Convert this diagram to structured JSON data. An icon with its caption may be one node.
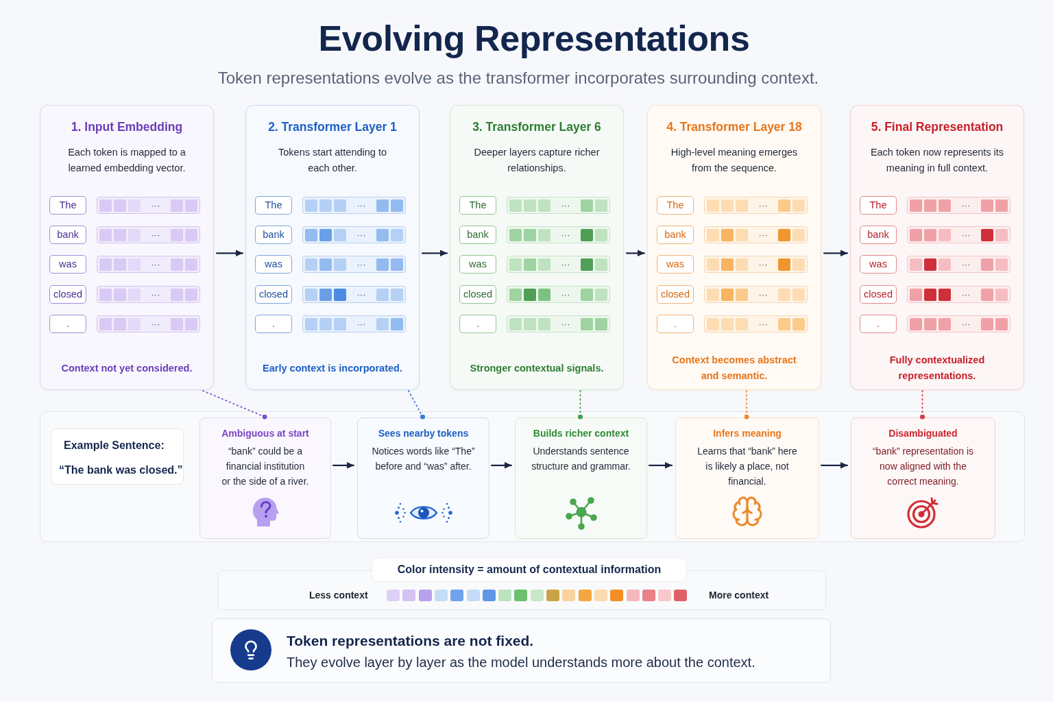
{
  "diagram": {
    "title": "Evolving Representations",
    "nodes": [
      {
        "text": [
          "1. Input Embedding",
          "Each token is mapped to a learned embedding vector.",
          "Context not yet considered."
        ]
      },
      {
        "text": [
          "The"
        ],
        "in": 0
      },
      {
        "text": [
          "···"
        ],
        "in": 0
      },
      {
        "text": [
          "bank"
        ],
        "in": 0
      },
      {
        "text": [
          "···"
        ],
        "in": 0
      },
      {
        "text": [
          "was"
        ],
        "in": 0
      },
      {
        "text": [
          "···"
        ],
        "in": 0
      },
      {
        "text": [
          "closed"
        ],
        "in": 0
      },
      {
        "text": [
          "···"
        ],
        "in": 0
      },
      {
        "text": [
          "."
        ],
        "in": 0
      },
      {
        "text": [
          "···"
        ],
        "in": 0
      },
      {
        "text": [
          "2. Transformer Layer 1",
          "Tokens start attending to each other.",
          "Early context is incorporated."
        ]
      },
      {
        "text": [
          "The"
        ],
        "in": 11
      },
      {
        "text": [
          "···"
        ],
        "in": 11
      },
      {
        "text": [
          "bank"
        ],
        "in": 11
      },
      {
        "text": [
          "···"
        ],
        "in": 11
      },
      {
        "text": [
          "was"
        ],
        "in": 11
      },
      {
        "text": [
          "···"
        ],
        "in": 11
      },
      {
        "text": [
          "closed"
        ],
        "in": 11
      },
      {
        "text": [
          "···"
        ],
        "in": 11
      },
      {
        "text": [
          "."
        ],
        "in": 11
      },
      {
        "text": [
          "···"
        ],
        "in": 11
      },
      {
        "text": [
          "3. Transformer Layer 6",
          "Deeper layers capture richer relationships.",
          "Stronger contextual signals."
        ]
      },
      {
        "text": [
          "The"
        ],
        "in": 22
      },
      {
        "text": [
          "···"
        ],
        "in": 22
      },
      {
        "text": [
          "bank"
        ],
        "in": 22
      },
      {
        "text": [
          "···"
        ],
        "in": 22
      },
      {
        "text": [
          "was"
        ],
        "in": 22
      },
      {
        "text": [
          "···"
        ],
        "in": 22
      },
      {
        "text": [
          "closed"
        ],
        "in": 22
      },
      {
        "text": [
          "···"
        ],
        "in": 22
      },
      {
        "text": [
          "."
        ],
        "in": 22
      },
      {
        "text": [
          "···"
        ],
        "in": 22
      },
      {
        "text": [
          "4. Transformer Layer 18",
          "High-level meaning emerges from the sequence.",
          "Context becomes abstract and semantic."
        ]
      },
      {
        "text": [
          "The"
        ],
        "in": 33
      },
      {
        "text": [
          "···"
        ],
        "in": 33
      },
      {
        "text": [
          "bank"
        ],
        "in": 33
      },
      {
        "text": [
          "···"
        ],
        "in": 33
      },
      {
        "text": [
          "was"
        ],
        "in": 33
      },
      {
        "text": [
          "···"
        ],
        "in": 33
      },
      {
        "text": [
          "closed"
        ],
        "in": 33
      },
      {
        "text": [
          "···"
        ],
        "in": 33
      },
      {
        "text": [
          "."
        ],
        "in": 33
      },
      {
        "text": [
          "···"
        ],
        "in": 33
      },
      {
        "text": [
          "5. Final Representation",
          "Each token now represents its meaning in full context.",
          "Fully contextualized representations."
        ]
      },
      {
        "text": [
          "The"
        ],
        "in": 44
      },
      {
        "text": [
          "···"
        ],
        "in": 44
      },
      {
        "text": [
          "bank"
        ],
        "in": 44
      },
      {
        "text": [
          "···"
        ],
        "in": 44
      },
      {
        "text": [
          "was"
        ],
        "in": 44
      },
      {
        "text": [
          "···"
        ],
        "in": 44
      },
      {
        "text": [
          "closed"
        ],
        "in": 44
      },
      {
        "text": [
          "···"
        ],
        "in": 44
      },
      {
        "text": [
          "."
        ],
        "in": 44
      },
      {
        "text": [
          "···"
        ],
        "in": 44
      },
      {
        "text": [],
        "shape": "box"
      },
      {
        "text": [
          "Example Sentence:",
          "“The bank was closed.”"
        ],
        "in": 55
      },
      {
        "text": [
          "Ambiguous at start",
          "“bank” could be a financial institution or the side of a river."
        ],
        "in": 55
      },
      {
        "text": [
          "Sees nearby tokens",
          "Notices words like “The” before and “was” after."
        ],
        "in": 55
      },
      {
        "text": [
          "Builds richer context",
          "Understands sentence structure and grammar."
        ],
        "in": 55
      },
      {
        "text": [
          "Infers meaning",
          "Learns that “bank” here is likely a place, not financial."
        ],
        "in": 55
      },
      {
        "text": [
          "Disambiguated",
          "“bank” representation is now aligned with the correct meaning."
        ],
        "in": 55
      },
      {
        "text": [
          "Color intensity = amount of contextual information",
          "Less context",
          "More context"
        ]
      },
      {
        "text": [
          "Token representations are not fixed.",
          "They evolve layer by layer as the model understands more about the context."
        ]
      }
    ],
    "edges": [
      {
        "from": 0,
        "to": 11,
        "arrow": "to"
      },
      {
        "from": 11,
        "to": 22,
        "arrow": "to"
      },
      {
        "from": 22,
        "to": 33,
        "arrow": "to"
      },
      {
        "from": 33,
        "to": 44,
        "arrow": "to"
      },
      {
        "from": 0,
        "to": 57,
        "arrow": "other",
        "style": "dashed",
        "color": "#7b4fc9"
      },
      {
        "from": 11,
        "to": 58,
        "arrow": "other",
        "style": "dashed",
        "color": "#3a78d8"
      },
      {
        "from": 22,
        "to": 59,
        "arrow": "other",
        "style": "dashed",
        "color": "#43a047"
      },
      {
        "from": 33,
        "to": 60,
        "arrow": "other",
        "style": "dashed",
        "color": "#ef8a2a"
      },
      {
        "from": 44,
        "to": 61,
        "arrow": "other",
        "style": "dashed",
        "color": "#d83a42"
      },
      {
        "from": 57,
        "to": 58,
        "arrow": "to"
      },
      {
        "from": 58,
        "to": 59,
        "arrow": "to"
      },
      {
        "from": 59,
        "to": 60,
        "arrow": "to"
      },
      {
        "from": 60,
        "to": 61,
        "arrow": "to"
      }
    ],
    "labels": [
      "Token representations evolve as the transformer incorporates surrounding context."
    ]
  }
}
